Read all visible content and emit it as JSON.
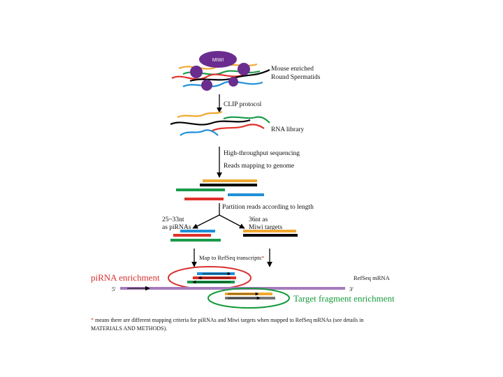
{
  "labels": {
    "miwi": "MIWI",
    "mouse_enriched": "Mouse enriched",
    "round_spermatids": "Round Spermatids",
    "clip_protocol": "CLIP protocol",
    "rna_library": "RNA library",
    "hts": "High-throughput sequencing",
    "reads_mapping": "Reads mapping to genome",
    "partition": "Partition reads according to length",
    "len_pirna_1": "25~33nt",
    "len_pirna_2": "as piRNAs",
    "len_target_1": "36nt as",
    "len_target_2": "Miwi targets",
    "map_refseq": "Map to RefSeq transcripts",
    "asterisk": "*",
    "pirna_enrichment": "piRNA enrichment",
    "refseq_mrna": "RefSeq mRNA",
    "five_prime": "5'",
    "three_prime": "3'",
    "target_enrichment": "Target fragment  enrichment"
  },
  "footnote": {
    "star": "*",
    "line1": " means  there are different mapping criteria for piRNAs and Miwi targets when mapped to RefSeq mRNAs (see details in",
    "line2": "MATERIALS AND METHODS)."
  },
  "colors": {
    "miwi_purple": "#6a2d8f",
    "mrna_purple": "#a57bbd",
    "orange": "#f0a830",
    "black": "#000000",
    "green": "#1a9a4a",
    "blue": "#1f8fd8",
    "red": "#e0302a",
    "enrich_red": "#d93030",
    "enrich_green": "#159a3a",
    "gray": "#777777"
  }
}
